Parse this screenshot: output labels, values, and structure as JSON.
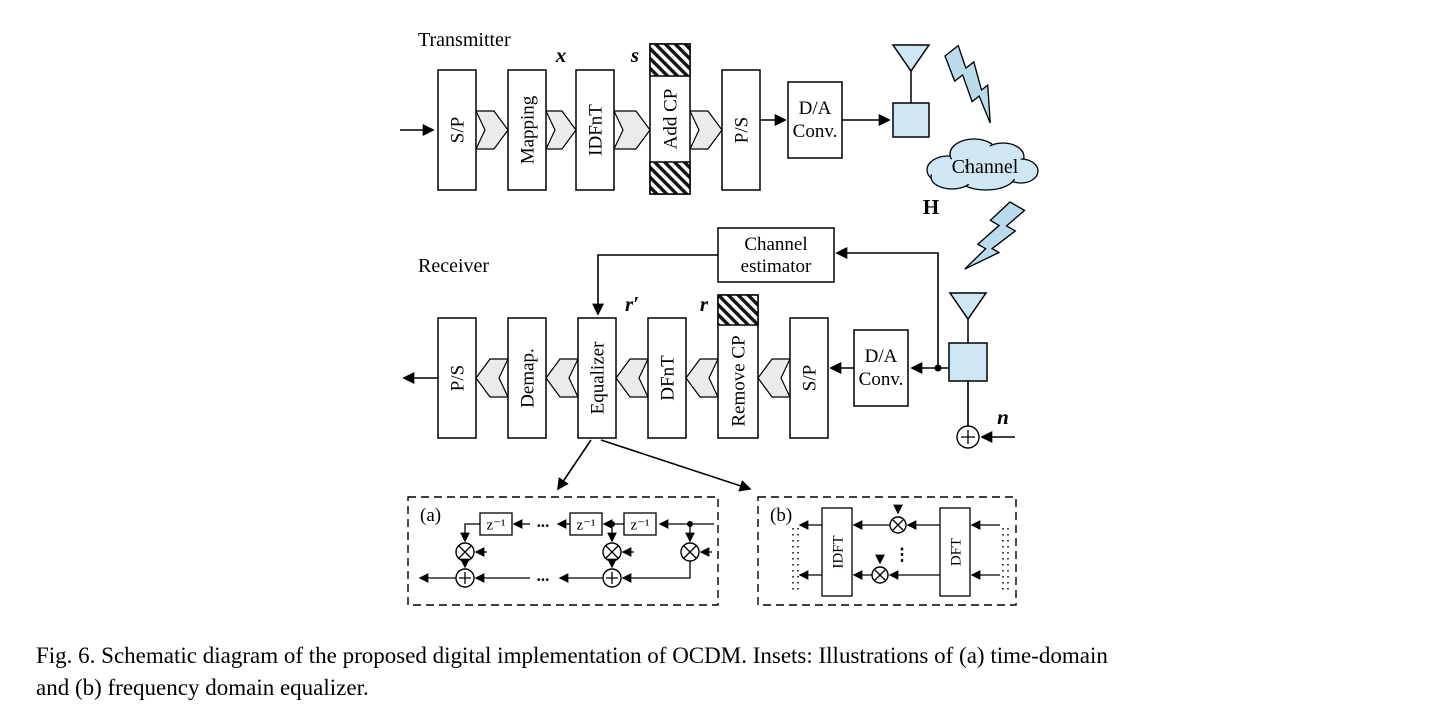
{
  "caption": {
    "line1": "Fig. 6.  Schematic diagram of the proposed digital implementation of OCDM. Insets: Illustrations of (a) time-domain",
    "line2": "and (b) frequency domain equalizer."
  },
  "transmitter": {
    "label": "Transmitter",
    "blocks": {
      "sp": "S/P",
      "mapping": "Mapping",
      "idfnt": "IDFnT",
      "add_cp": "Add CP",
      "ps": "P/S"
    },
    "dac": {
      "line1": "D/A",
      "line2": "Conv."
    },
    "signals": {
      "x": "x",
      "s": "s"
    }
  },
  "channel": {
    "cloud_label": "Channel",
    "matrix_label": "H"
  },
  "receiver": {
    "label": "Receiver",
    "estimator": {
      "line1": "Channel",
      "line2": "estimator"
    },
    "blocks": {
      "ps": "P/S",
      "demap": "Demap.",
      "equalizer": "Equalizer",
      "dfnt": "DFnT",
      "remove_cp": "Remove CP",
      "sp": "S/P"
    },
    "adc": {
      "line1": "D/A",
      "line2": "Conv."
    },
    "signals": {
      "r_prime": "r′",
      "r": "r",
      "n": "n"
    }
  },
  "inset_a": {
    "label": "(a)",
    "delay": "z⁻¹",
    "dots": "..."
  },
  "inset_b": {
    "label": "(b)",
    "idft": "IDFT",
    "dft": "DFT",
    "vdots": "⋮"
  },
  "colors": {
    "transform_fill": "#fbe3d3",
    "antenna_fill": "#cfe7f3",
    "cloud_fill": "#cfe7f3",
    "arrow_fill": "#ebebeb",
    "bolt_fill": "#b9dcec"
  }
}
